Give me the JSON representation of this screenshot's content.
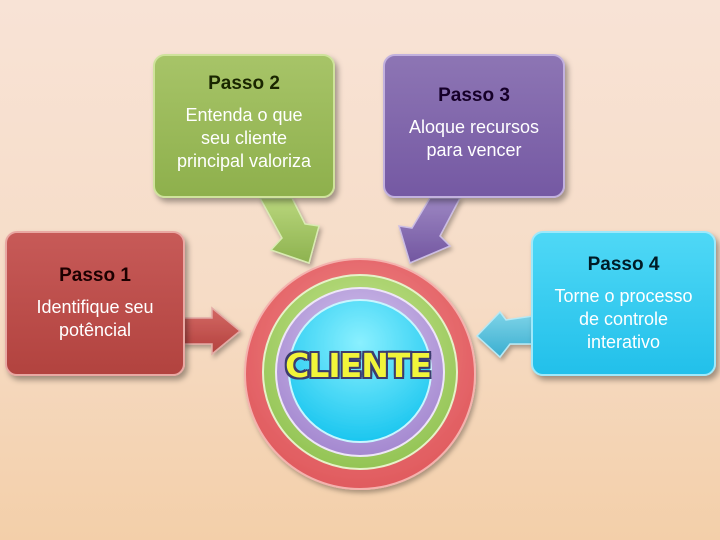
{
  "center": {
    "label": "CLIENTE",
    "ring_colors": [
      "#e8676a",
      "#a3cf6a",
      "#b39ad8",
      "#2ed4f6"
    ]
  },
  "steps": [
    {
      "title": "Passo 1",
      "text": "Identifique seu\npotêncial",
      "color": "#b84a46",
      "arrow_icon": "right-arrow"
    },
    {
      "title": "Passo 2",
      "text": "Entenda o que\nseu cliente\nprincipal valoriza",
      "color": "#96b755",
      "arrow_icon": "down-right-arrow"
    },
    {
      "title": "Passo 3",
      "text": "Aloque recursos\npara vencer",
      "color": "#7b62aa",
      "arrow_icon": "down-left-arrow"
    },
    {
      "title": "Passo 4",
      "text": "Torne o processo\nde controle\ninterativo",
      "color": "#2bc3ec",
      "arrow_icon": "left-arrow"
    }
  ]
}
